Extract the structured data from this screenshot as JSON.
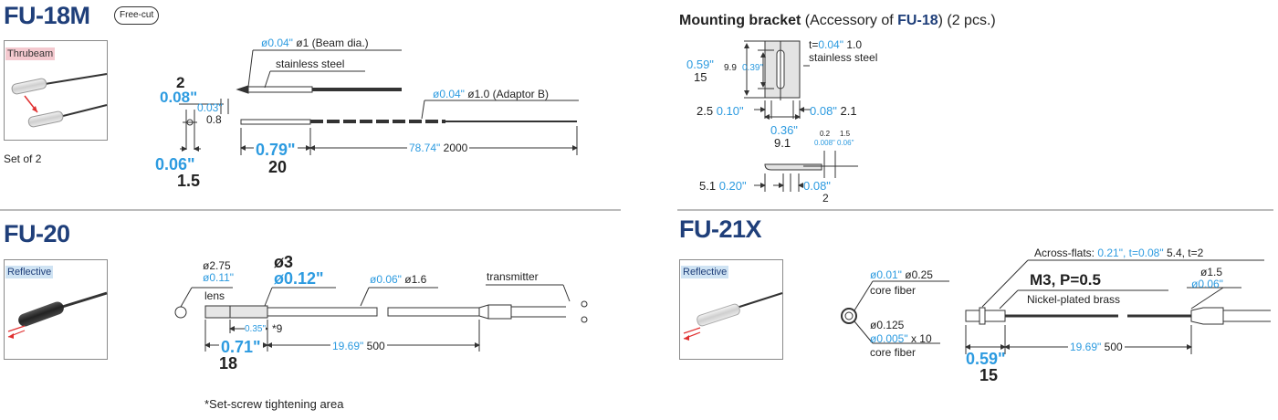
{
  "fu18m": {
    "title": "FU-18M",
    "badge": "Free-cut",
    "type_label": "Thrubeam",
    "set_note": "Set of 2",
    "beam_dia_in": "ø0.04\"",
    "beam_dia_mm": "ø1 (Beam dia.)",
    "material": "stainless steel",
    "adaptor_in": "ø0.04\"",
    "adaptor_mm": "ø1.0 (Adaptor B)",
    "dim_a_mm": "2",
    "dim_a_in": "0.08\"",
    "dim_b_in": "0.03\"",
    "dim_b_mm": "0.8",
    "dim_c_in": "0.06\"",
    "dim_c_mm": "1.5",
    "dim_d_in": "0.79\"",
    "dim_d_mm": "20",
    "length_in": "78.74\"",
    "length_mm": "2000"
  },
  "bracket": {
    "title_prefix": "Mounting bracket",
    "title_paren_a": " (Accessory of ",
    "title_model": "FU-18",
    "title_paren_b": ") (2 pcs.)",
    "thickness_prefix": "t=",
    "thickness_in": "0.04\"",
    "thickness_mm": "1.0",
    "material": "stainless steel",
    "h_in": "0.59\"",
    "h_mm": "15",
    "slot_mm": "9.9",
    "slot_in": "0.39\"",
    "left_mm": "2.5",
    "left_in": "0.10\"",
    "right_in": "0.08\"",
    "right_mm": "2.1",
    "w_in": "0.36\"",
    "w_mm": "9.1",
    "hook_a_mm": "0.2",
    "hook_a_in": "0.008\"",
    "hook_b_mm": "1.5",
    "hook_b_in": "0.06\"",
    "side_mm": "5.1",
    "side_in": "0.20\"",
    "bot_in": "0.08\"",
    "bot_mm": "2"
  },
  "fu20": {
    "title": "FU-20",
    "type_label": "Reflective",
    "lens_mm": "ø2.75",
    "lens_in": "ø0.11\"",
    "lens_label": "lens",
    "head_mm": "ø3",
    "head_in": "ø0.12\"",
    "cable_in": "ø0.06\"",
    "cable_mm": "ø1.6",
    "transmitter": "transmitter",
    "screw_in": "0.35\"",
    "screw_mm": "*9",
    "len_in": "0.71\"",
    "len_mm": "18",
    "cable_len_in": "19.69\"",
    "cable_len_mm": "500",
    "footnote": "*Set-screw tightening area"
  },
  "fu21x": {
    "title": "FU-21X",
    "type_label": "Reflective",
    "core1_in": "ø0.01\"",
    "core1_mm": "ø0.25",
    "core1_label": "core fiber",
    "core2_mm": "ø0.125",
    "core2_in": "ø0.005\"",
    "core2_mult": "x 10",
    "core2_label": "core fiber",
    "flats_prefix": "Across-flats:",
    "flats_in": "0.21\", t=0.08\"",
    "flats_mm": "5.4, t=2",
    "thread": "M3, P=0.5",
    "nut_material": "Nickel-plated brass",
    "tip_mm": "ø1.5",
    "tip_in": "ø0.06\"",
    "len_in": "0.59\"",
    "len_mm": "15",
    "cable_len_in": "19.69\"",
    "cable_len_mm": "500"
  },
  "colors": {
    "title": "#1f3f7a",
    "imperial": "#2d9be0",
    "line": "#333333"
  }
}
